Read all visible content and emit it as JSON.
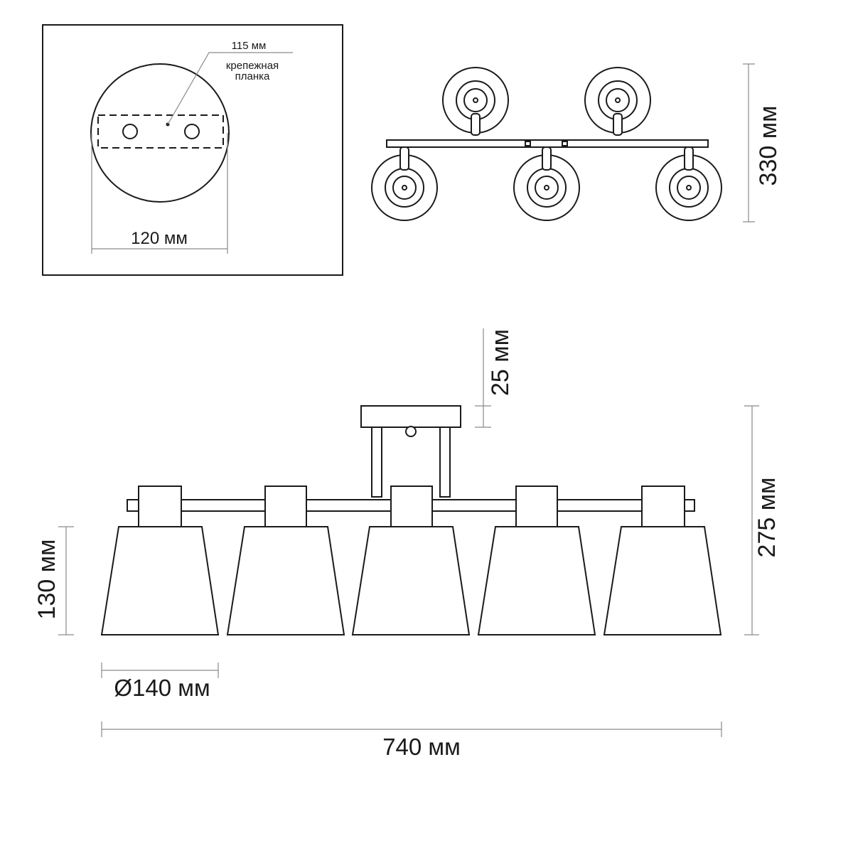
{
  "mount_view": {
    "label_115": "115 мм",
    "label_bar_line1": "крепежная",
    "label_bar_line2": "планка",
    "label_120": "120 мм"
  },
  "top_view": {
    "label_330": "330 мм"
  },
  "side_view": {
    "label_25": "25 мм",
    "label_275": "275 мм",
    "label_130": "130 мм",
    "label_140": "Ø140 мм",
    "label_740": "740 мм"
  },
  "colors": {
    "ink": "#1a1a1a",
    "dimension": "#8a8a8a",
    "background": "#ffffff"
  }
}
